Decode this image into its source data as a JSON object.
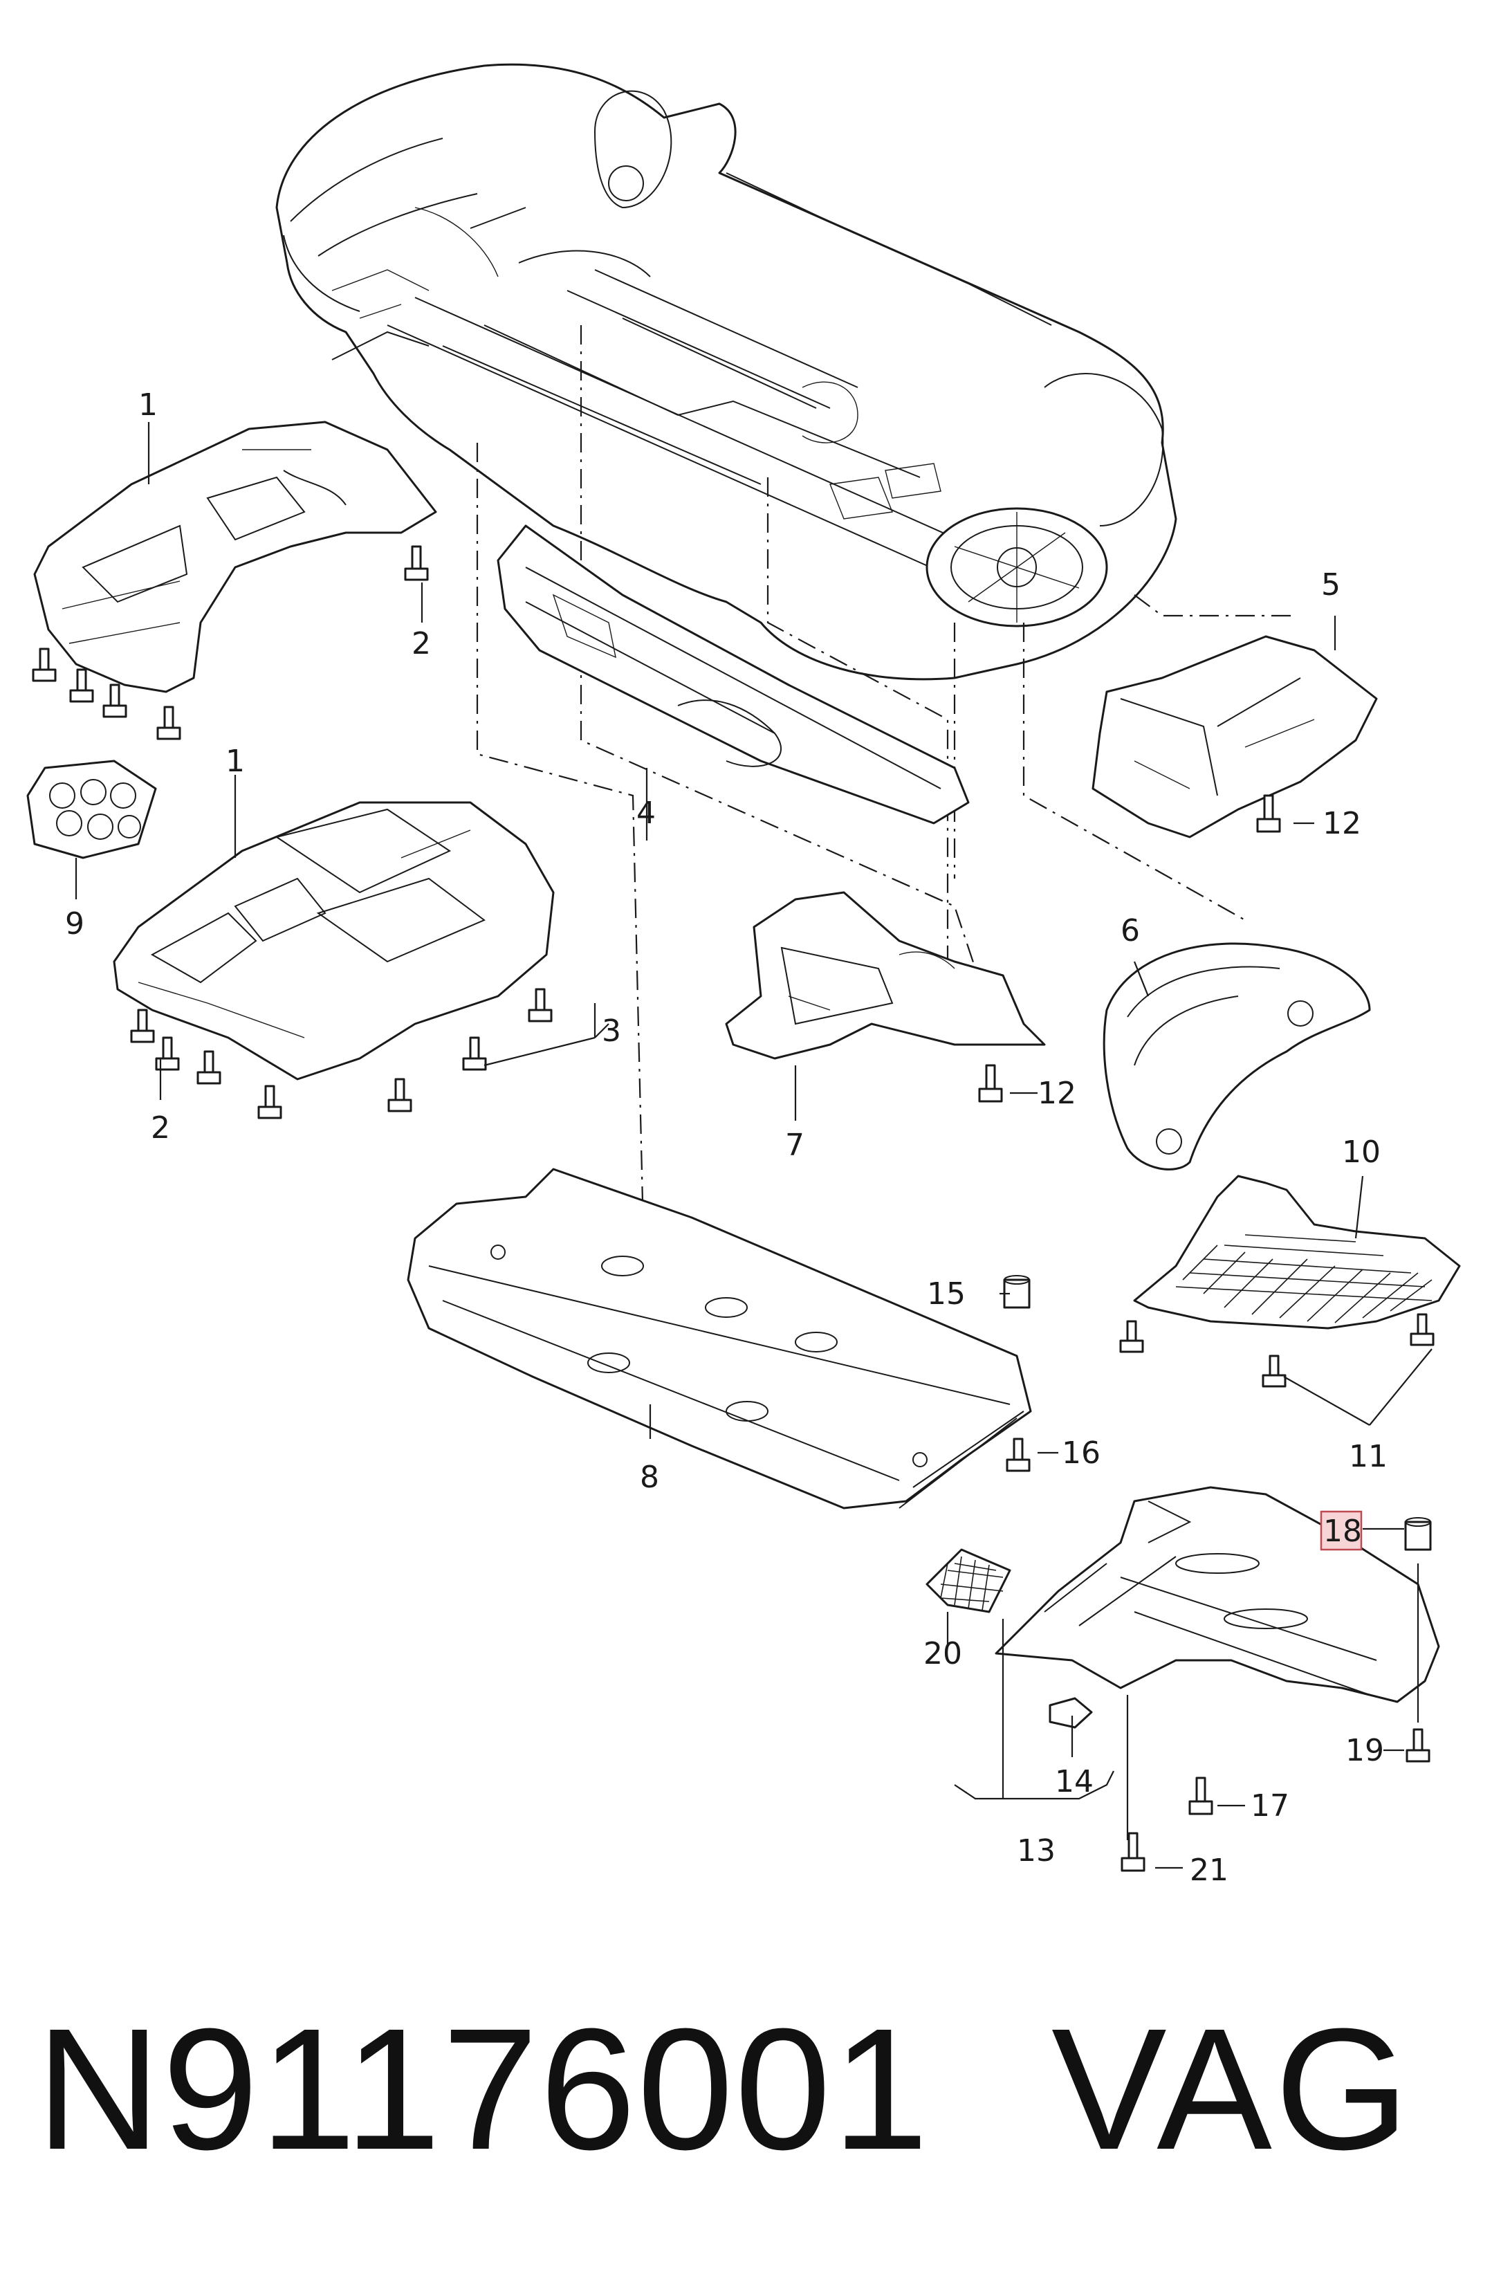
{
  "diagram": {
    "callouts": {
      "c1a": "1",
      "c1b": "1",
      "c2a": "2",
      "c2b": "2",
      "c3": "3",
      "c4": "4",
      "c5": "5",
      "c6": "6",
      "c7": "7",
      "c8": "8",
      "c9": "9",
      "c10": "10",
      "c11": "11",
      "c12a": "12",
      "c12b": "12",
      "c13": "13",
      "c14": "14",
      "c15": "15",
      "c16": "16",
      "c17": "17",
      "c18": "18",
      "c19": "19",
      "c20": "20",
      "c21": "21"
    },
    "highlighted_callout": "18",
    "highlight_color": "#f7d4d6"
  },
  "footer": {
    "part_number": "N91176001",
    "brand": "VAG"
  }
}
